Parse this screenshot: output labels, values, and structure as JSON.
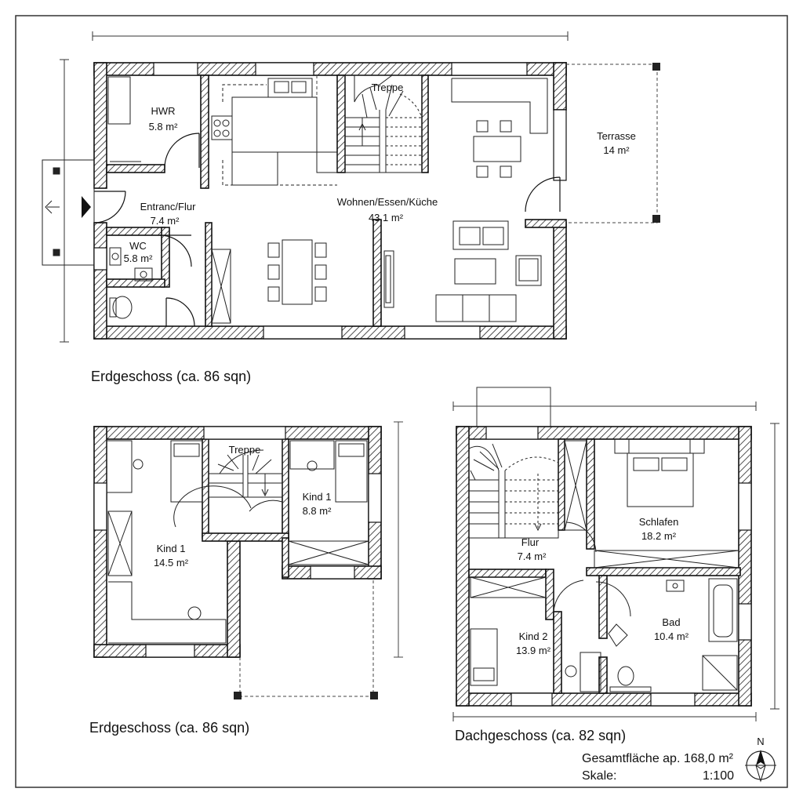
{
  "ground_floor": {
    "caption": "Erdgeschoss (ca. 86 sqn)",
    "rooms": [
      {
        "name": "HWR",
        "area": "5.8 m²"
      },
      {
        "name": "Treppe",
        "area": ""
      },
      {
        "name": "Terrasse",
        "area": "14 m²"
      },
      {
        "name": "Entranc/Flur",
        "area": "7.4 m²"
      },
      {
        "name": "Wohnen/Essen/Küche",
        "area": "43.1 m²"
      },
      {
        "name": "WC",
        "area": "5.8 m²"
      }
    ]
  },
  "second_plan": {
    "caption": "Erdgeschoss (ca. 86 sqn)",
    "rooms": [
      {
        "name": "Treppe",
        "area": ""
      },
      {
        "name": "Kind 1",
        "area": "8.8 m²"
      },
      {
        "name": "Kind 1",
        "area": "14.5 m²"
      }
    ]
  },
  "upper_floor": {
    "caption": "Dachgeschoss (ca. 82 sqn)",
    "rooms": [
      {
        "name": "Schlafen",
        "area": "18.2 m²"
      },
      {
        "name": "Flur",
        "area": "7.4 m²"
      },
      {
        "name": "Bad",
        "area": "10.4 m²"
      },
      {
        "name": "Kind 2",
        "area": "13.9 m²"
      }
    ]
  },
  "summary": {
    "total_label": "Gesamtfläche ap. 168,0 m²",
    "scale_label": "Skale:",
    "scale_value": "1:100"
  },
  "compass": {
    "letter": "N"
  }
}
